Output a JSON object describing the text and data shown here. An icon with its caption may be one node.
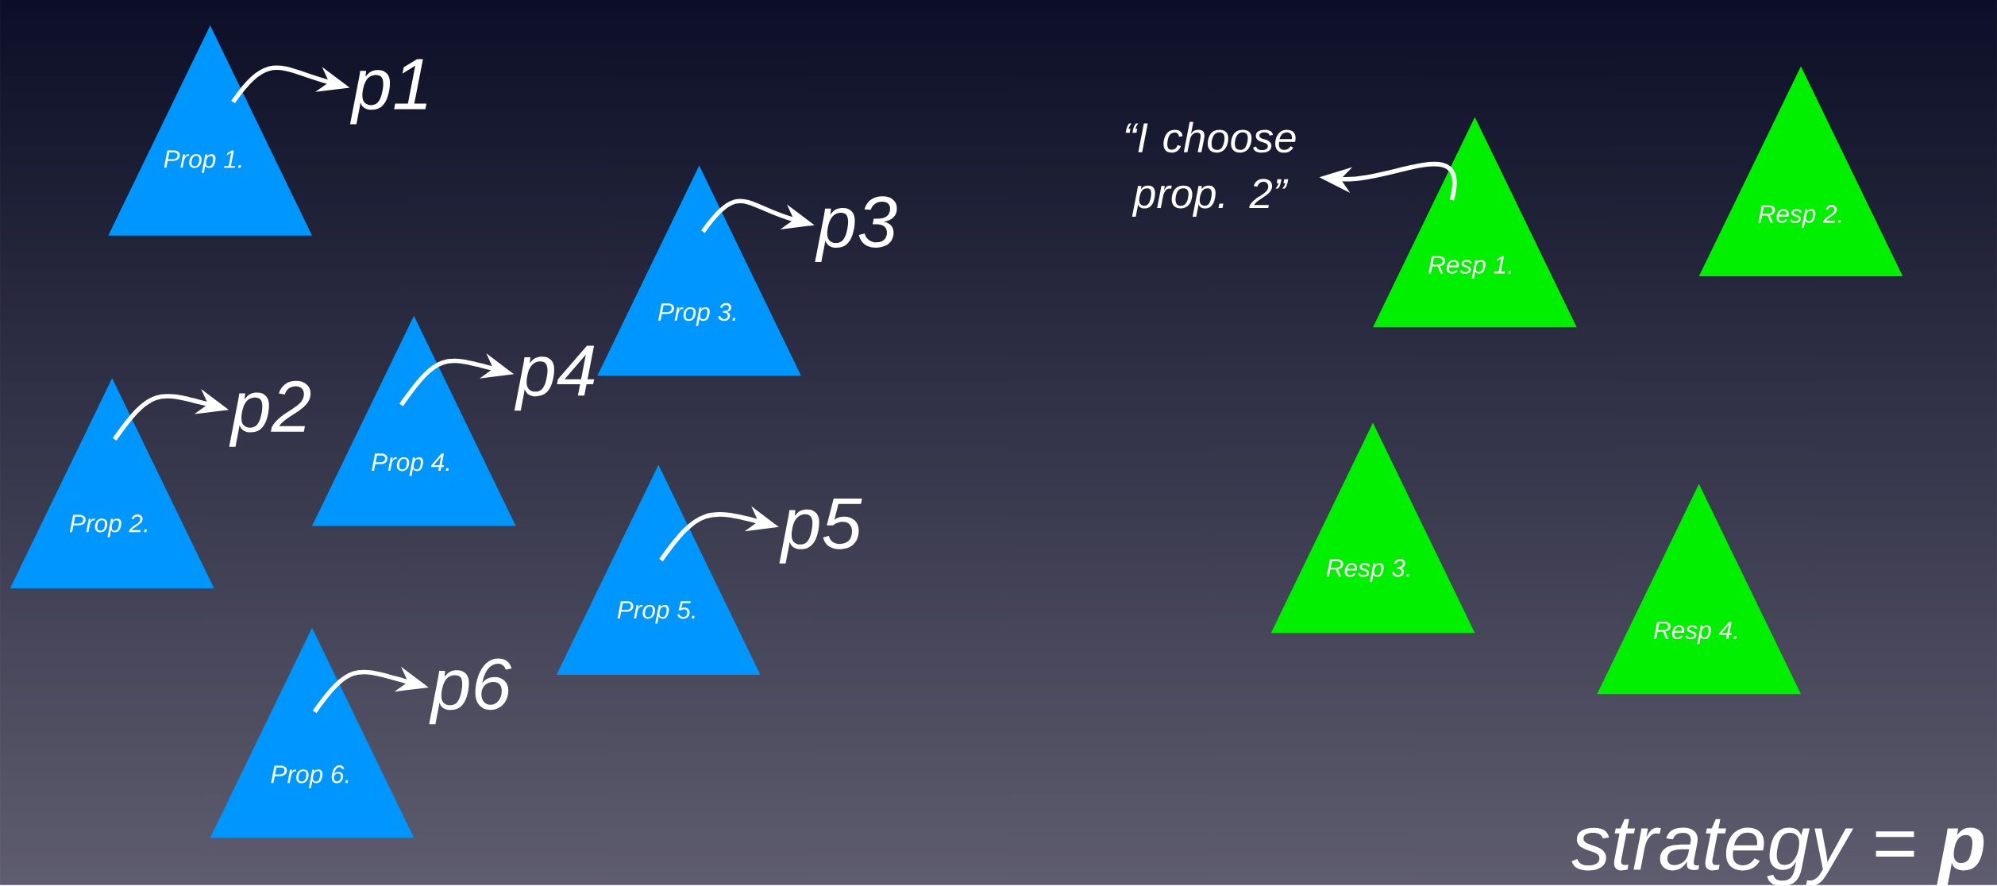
{
  "diagram": {
    "nodes": [
      {
        "text": [
          "Prop 1."
        ]
      },
      {
        "text": [
          "p1"
        ]
      },
      {
        "text": [
          "Prop 2."
        ]
      },
      {
        "text": [
          "p2"
        ]
      },
      {
        "text": [
          "Prop 3."
        ]
      },
      {
        "text": [
          "p3"
        ]
      },
      {
        "text": [
          "Prop 4."
        ]
      },
      {
        "text": [
          "p4"
        ]
      },
      {
        "text": [
          "Prop 5."
        ]
      },
      {
        "text": [
          "p5"
        ]
      },
      {
        "text": [
          "Prop 6."
        ]
      },
      {
        "text": [
          "p6"
        ]
      },
      {
        "text": [
          "“I choose prop. 2”"
        ]
      },
      {
        "text": [
          "Resp 1."
        ]
      },
      {
        "text": [
          "Resp 2."
        ]
      },
      {
        "text": [
          "Resp 3."
        ]
      },
      {
        "text": [
          "Resp 4."
        ]
      }
    ],
    "edges": [
      {
        "from": 0,
        "to": 1,
        "arrow": "to"
      },
      {
        "from": 2,
        "to": 3,
        "arrow": "to"
      },
      {
        "from": 4,
        "to": 5,
        "arrow": "to"
      },
      {
        "from": 6,
        "to": 7,
        "arrow": "to"
      },
      {
        "from": 8,
        "to": 9,
        "arrow": "to"
      },
      {
        "from": 10,
        "to": 11,
        "arrow": "to"
      },
      {
        "from": 13,
        "to": 12,
        "arrow": "to"
      }
    ],
    "labels": [
      "strategy = **p**"
    ]
  }
}
